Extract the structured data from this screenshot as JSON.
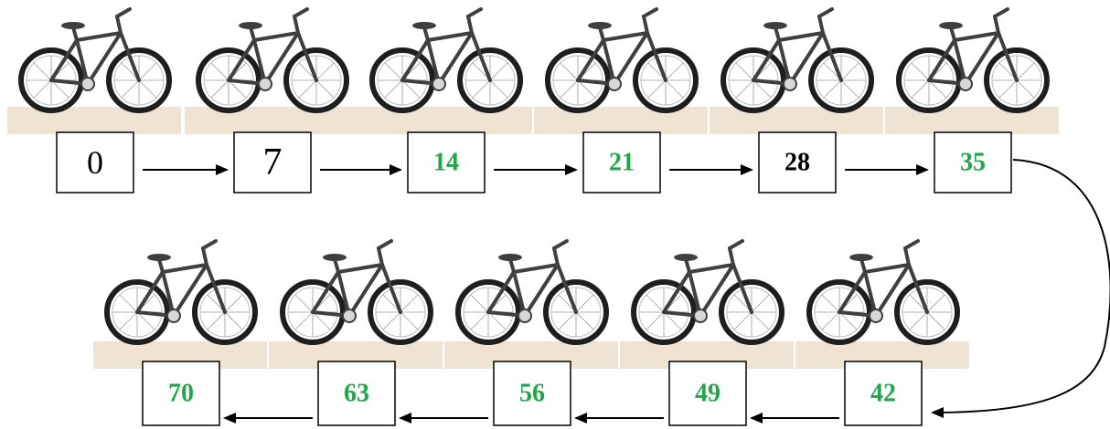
{
  "colors": {
    "green": "#22a64a",
    "black": "#000000",
    "box_border": "#000000",
    "ground": "#efe3d4",
    "bike_stroke": "#3f3f3f",
    "tire": "#1e1e1e"
  },
  "sequence": {
    "row1": [
      {
        "value": "0",
        "color": "black"
      },
      {
        "value": "7",
        "color": "black"
      },
      {
        "value": "14",
        "color": "green"
      },
      {
        "value": "21",
        "color": "green"
      },
      {
        "value": "28",
        "color": "black"
      },
      {
        "value": "35",
        "color": "green"
      }
    ],
    "row2": [
      {
        "value": "70",
        "color": "green"
      },
      {
        "value": "63",
        "color": "green"
      },
      {
        "value": "56",
        "color": "green"
      },
      {
        "value": "49",
        "color": "green"
      },
      {
        "value": "42",
        "color": "green"
      }
    ]
  },
  "icons": {
    "bicycle": "bicycle-icon",
    "arrow": "arrow-icon"
  }
}
